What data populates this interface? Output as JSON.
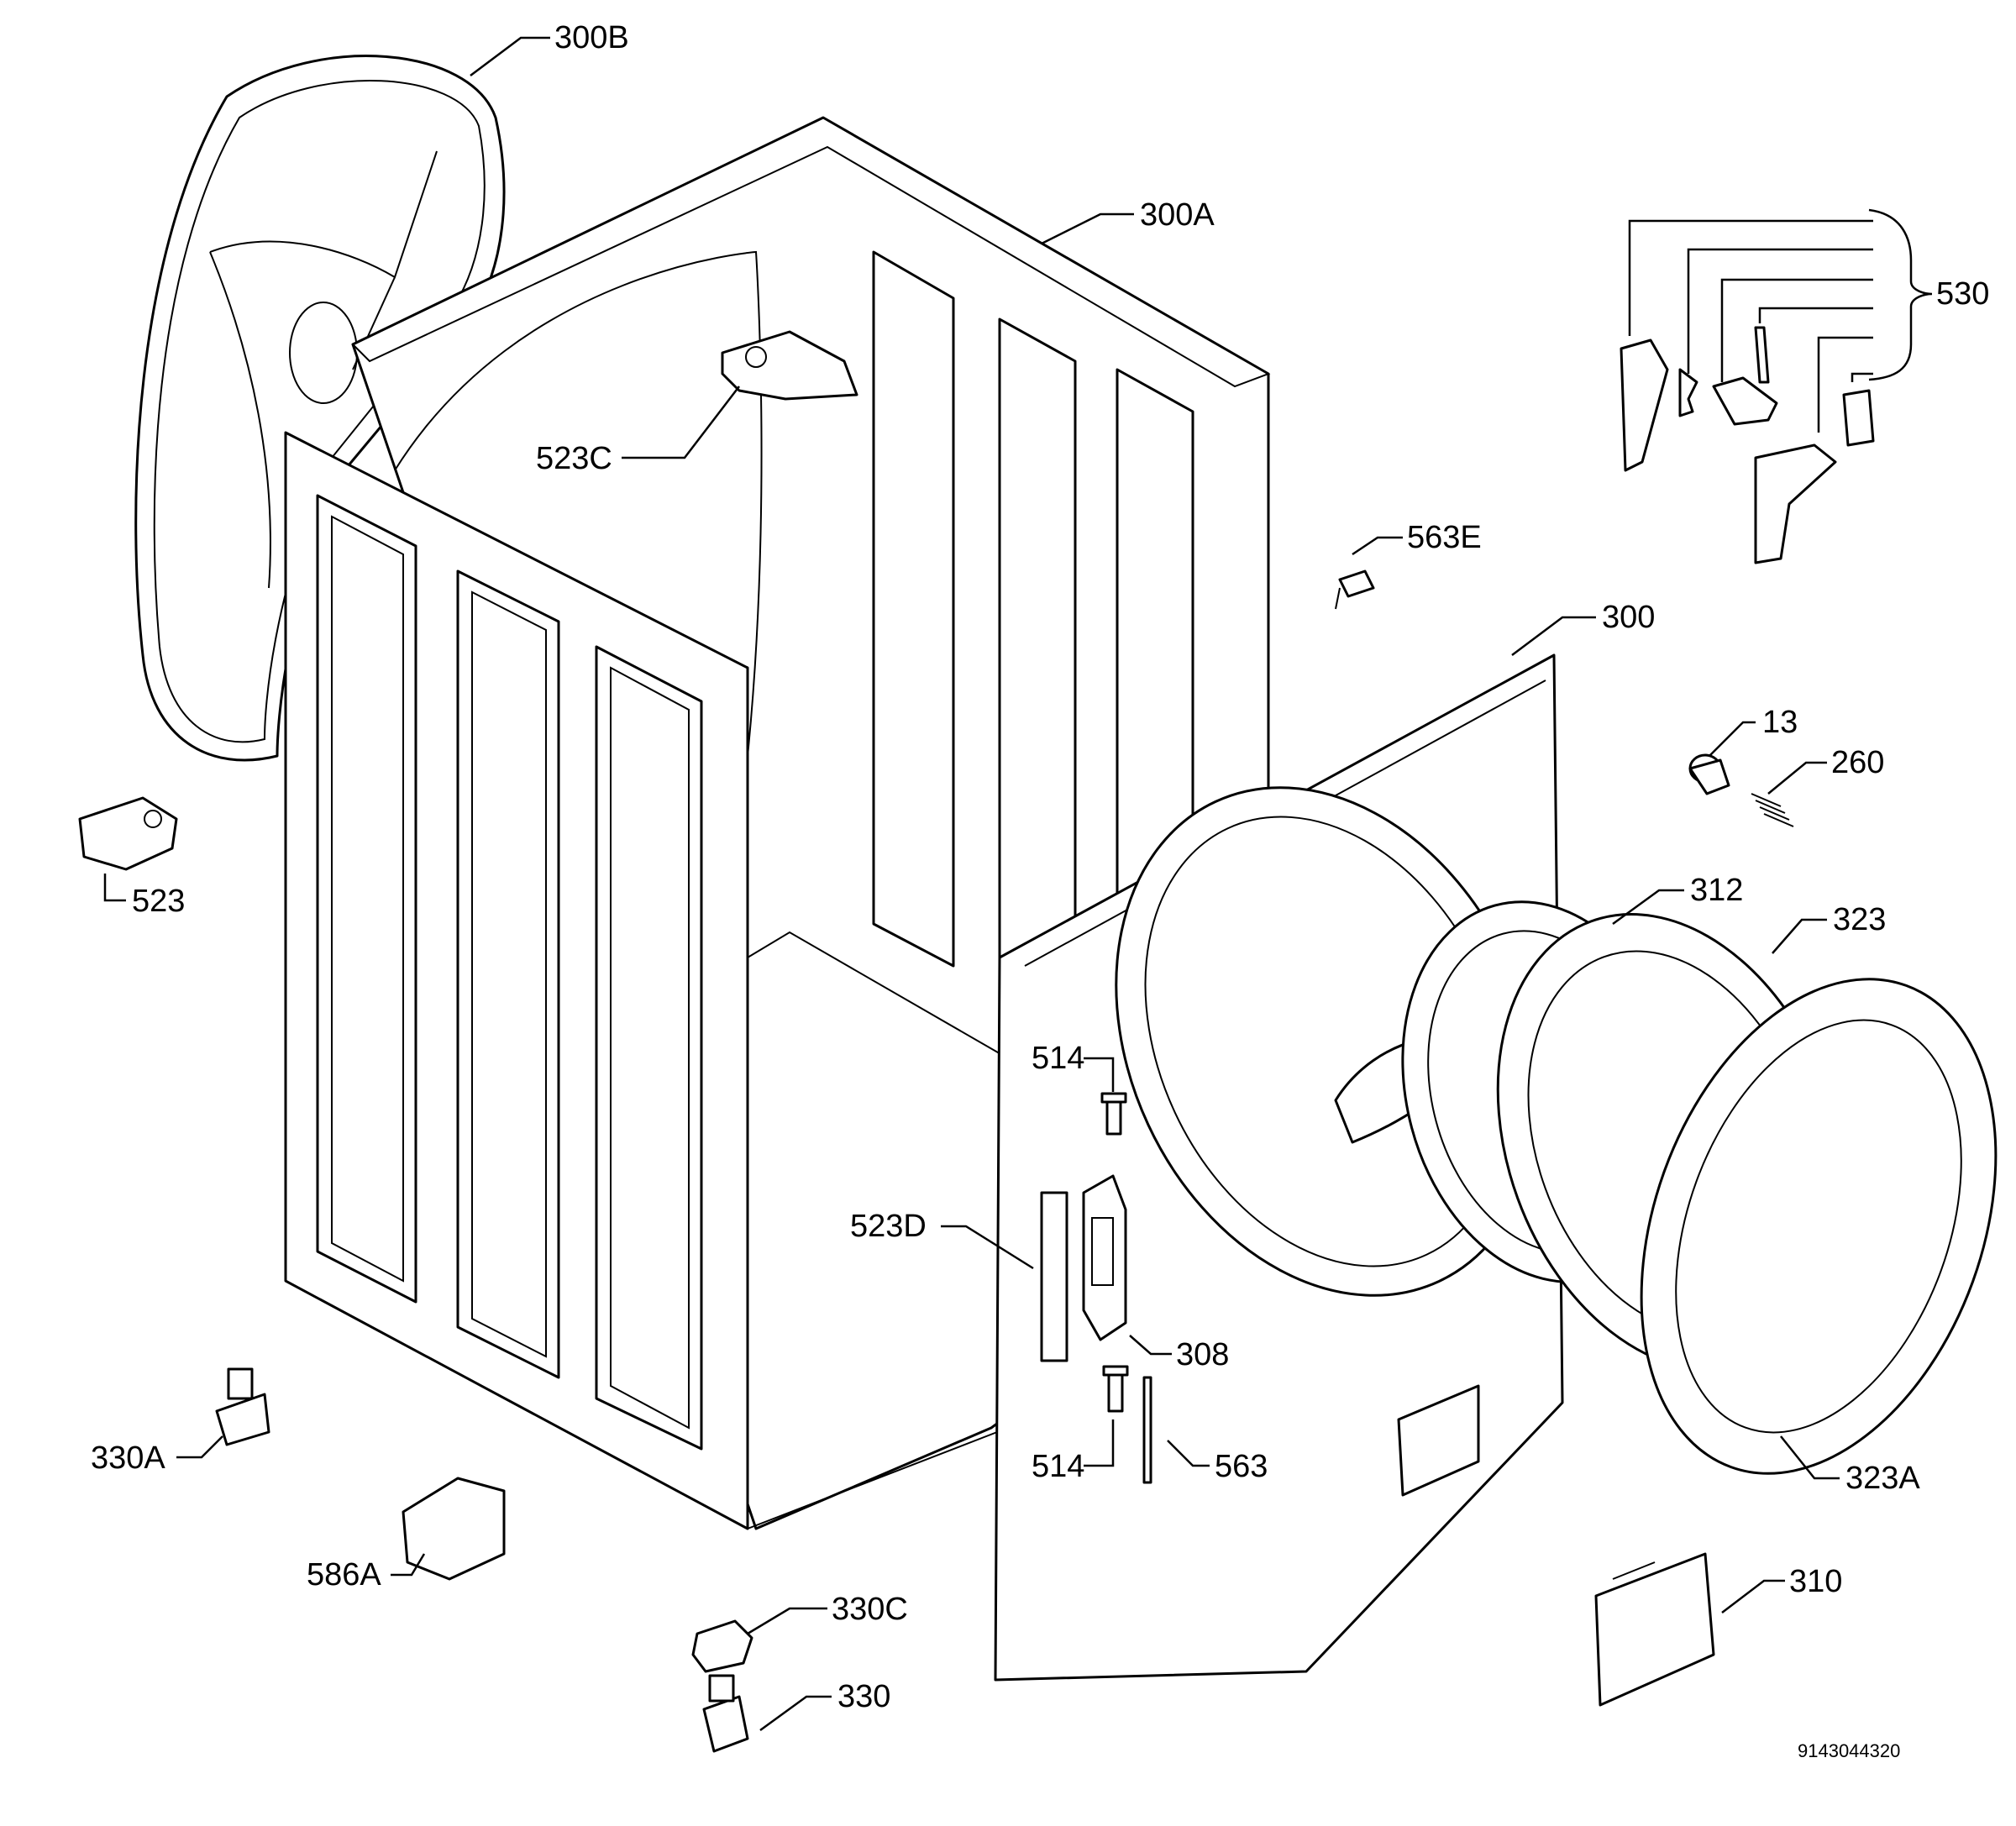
{
  "diagram": {
    "callouts": {
      "c300B": "300B",
      "c300A": "300A",
      "c530": "530",
      "c523C": "523C",
      "c563E": "563E",
      "c300": "300",
      "c13": "13",
      "c260": "260",
      "c523": "523",
      "c312": "312",
      "c323": "323",
      "c514a": "514",
      "c523D": "523D",
      "c308": "308",
      "c514b": "514",
      "c563": "563",
      "c323A": "323A",
      "c330A": "330A",
      "c586A": "586A",
      "c330C": "330C",
      "c330": "330",
      "c310": "310"
    },
    "document_number": "9143044320"
  }
}
